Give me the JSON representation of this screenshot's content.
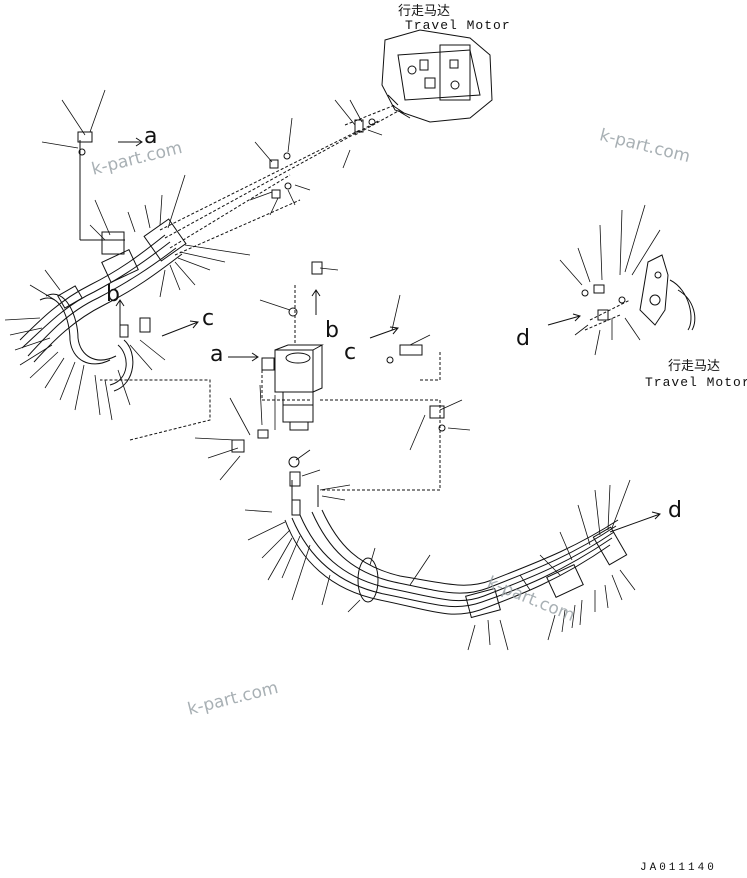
{
  "labels": {
    "motor_top_cn": "行走马达",
    "motor_top_en": "Travel Motor",
    "motor_right_cn": "行走马达",
    "motor_right_en": "Travel Motor"
  },
  "callouts": {
    "a_left": "a",
    "a_center": "a",
    "b_left": "b",
    "b_center": "b",
    "c_left": "c",
    "c_center": "c",
    "d_right": "d",
    "d_bottom": "d"
  },
  "watermarks": [
    "k-part.com",
    "k-part.com",
    "k-part.com",
    "k-part.com"
  ],
  "drawing_code": "JA011140",
  "colors": {
    "line": "#111111",
    "watermark": "#9aa3a8"
  }
}
